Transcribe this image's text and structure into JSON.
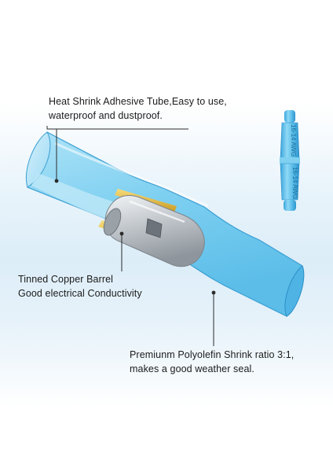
{
  "callouts": {
    "adhesive": {
      "line1": "Heat Shrink Adhesive Tube,Easy to use,",
      "line2": "waterproof and dustproof."
    },
    "barrel": {
      "line1": "Tinned Copper Barrel",
      "line2": "Good electrical Conductivity"
    },
    "polyolefin": {
      "line1": "Premiunm Polyolefin Shrink ratio 3:1,",
      "line2": "makes a good weather seal."
    }
  },
  "connector_print": {
    "upper": "16-14 AWG",
    "lower": "16-14 AWG"
  },
  "colors": {
    "tube_blue": "#5fc3ee",
    "tube_edge": "#2b8fc8",
    "barrel_yellow": "#e9c24a",
    "barrel_silver": "#c9ced3",
    "leader_line": "#2a2a2a"
  }
}
